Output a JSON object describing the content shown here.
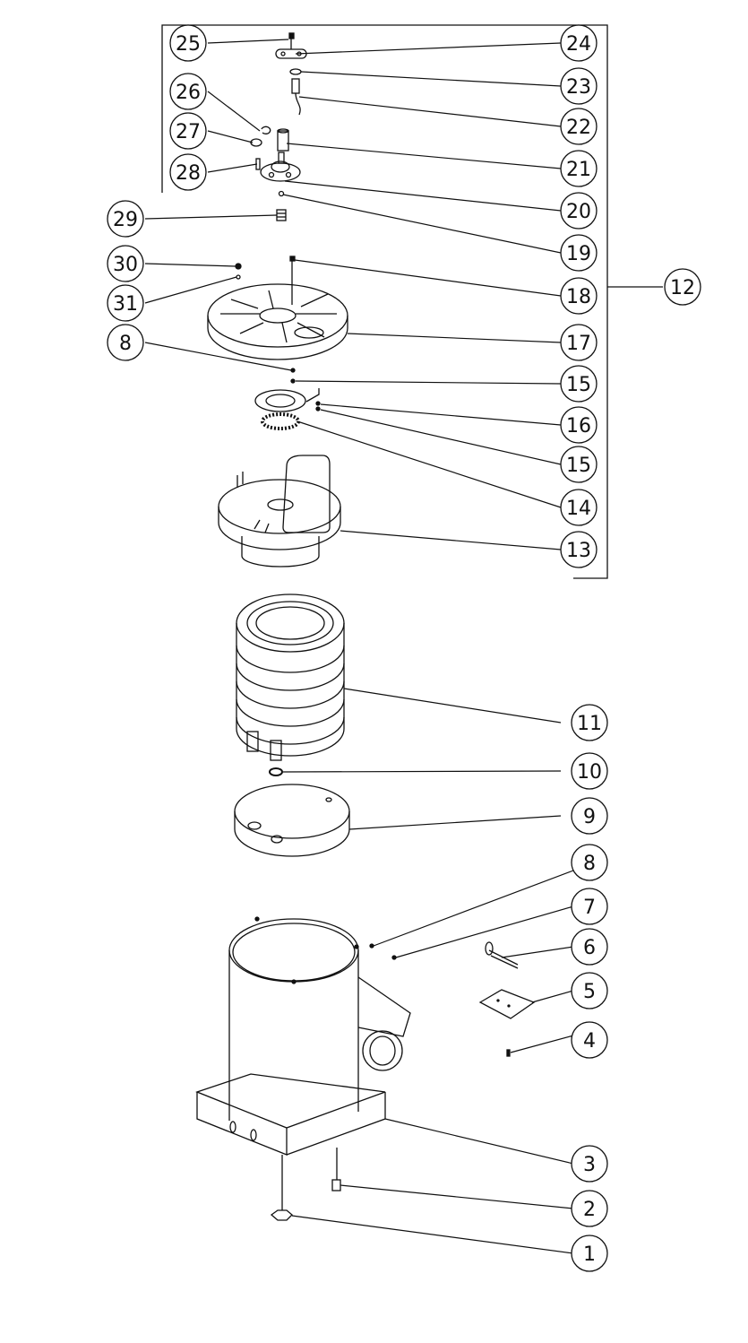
{
  "diagram": {
    "type": "exploded parts view",
    "callouts": [
      {
        "id": "c25",
        "text": "25"
      },
      {
        "id": "c24",
        "text": "24"
      },
      {
        "id": "c26",
        "text": "26"
      },
      {
        "id": "c23",
        "text": "23"
      },
      {
        "id": "c27",
        "text": "27"
      },
      {
        "id": "c22",
        "text": "22"
      },
      {
        "id": "c28",
        "text": "28"
      },
      {
        "id": "c21",
        "text": "21"
      },
      {
        "id": "c20",
        "text": "20"
      },
      {
        "id": "c29",
        "text": "29"
      },
      {
        "id": "c19",
        "text": "19"
      },
      {
        "id": "c30",
        "text": "30"
      },
      {
        "id": "c12",
        "text": "12"
      },
      {
        "id": "c31",
        "text": "31"
      },
      {
        "id": "c18",
        "text": "18"
      },
      {
        "id": "c8a",
        "text": "8"
      },
      {
        "id": "c17",
        "text": "17"
      },
      {
        "id": "c15a",
        "text": "15"
      },
      {
        "id": "c16",
        "text": "16"
      },
      {
        "id": "c15b",
        "text": "15"
      },
      {
        "id": "c14",
        "text": "14"
      },
      {
        "id": "c13",
        "text": "13"
      },
      {
        "id": "c11",
        "text": "11"
      },
      {
        "id": "c10",
        "text": "10"
      },
      {
        "id": "c9",
        "text": "9"
      },
      {
        "id": "c8b",
        "text": "8"
      },
      {
        "id": "c7",
        "text": "7"
      },
      {
        "id": "c6",
        "text": "6"
      },
      {
        "id": "c5",
        "text": "5"
      },
      {
        "id": "c4",
        "text": "4"
      },
      {
        "id": "c3",
        "text": "3"
      },
      {
        "id": "c2",
        "text": "2"
      },
      {
        "id": "c1",
        "text": "1"
      }
    ]
  }
}
